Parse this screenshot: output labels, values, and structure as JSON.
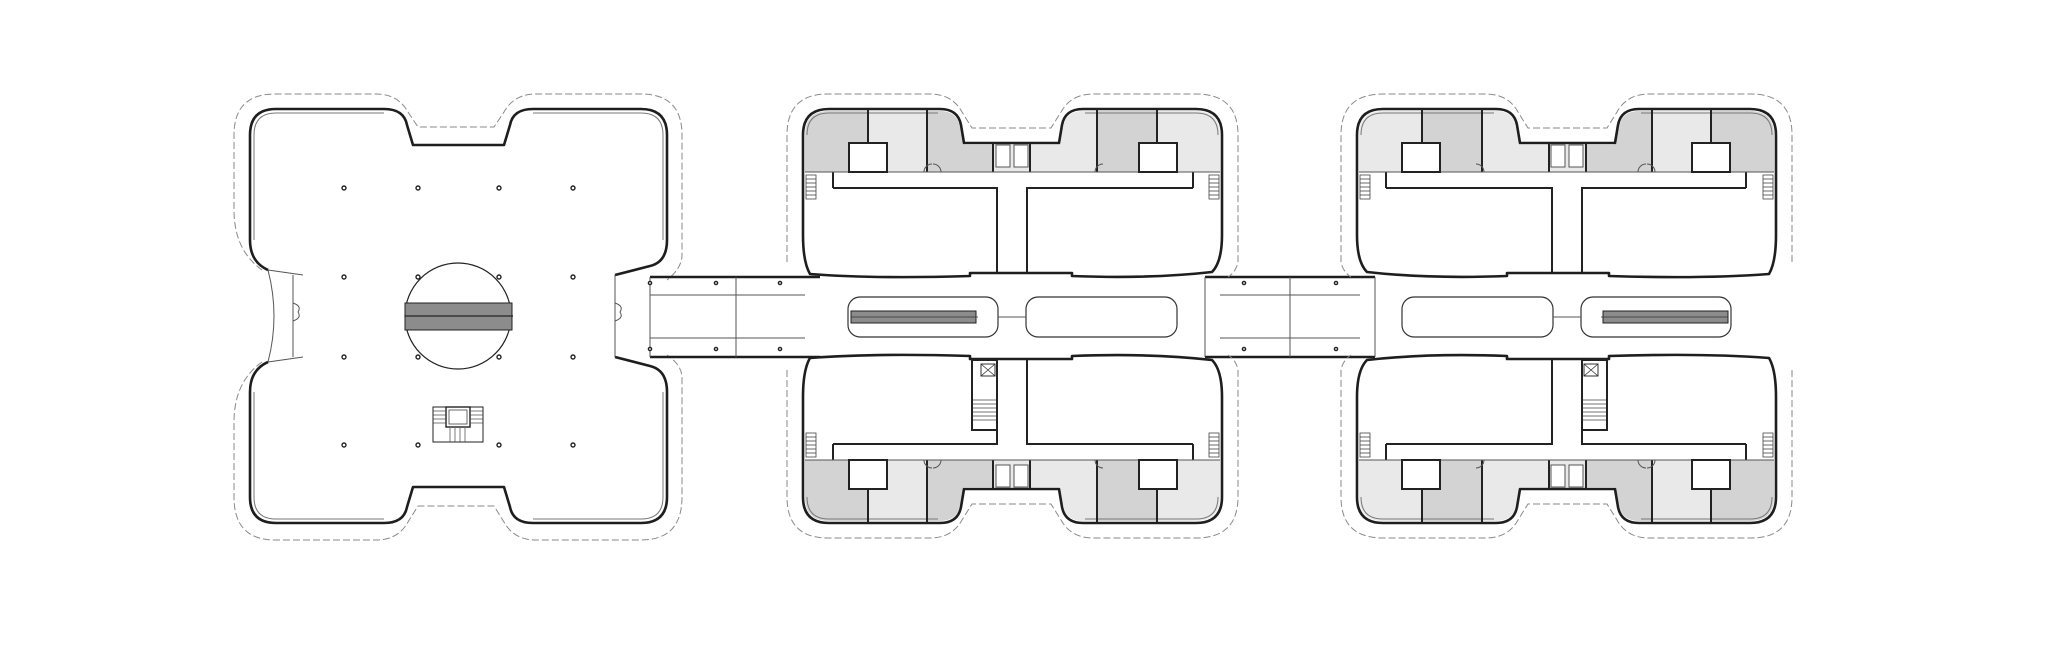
{
  "colors": {
    "background": "#ffffff",
    "wall": "#1e1e1e",
    "room_dark": "#d3d3d3",
    "room_light": "#e9e9e9",
    "escalator": "#8c8c8c"
  },
  "buildings": [
    {
      "type": "open-hall",
      "features": [
        "columns",
        "circular-escalator-void",
        "stair-elevator-core"
      ]
    },
    {
      "type": "room-block",
      "features": [
        "shaded-rooms",
        "toilets",
        "stairs",
        "central-corridor",
        "escalator"
      ]
    },
    {
      "type": "room-block-mirrored",
      "features": [
        "shaded-rooms",
        "toilets",
        "stairs",
        "central-corridor",
        "escalator"
      ]
    }
  ],
  "bridges": 2
}
